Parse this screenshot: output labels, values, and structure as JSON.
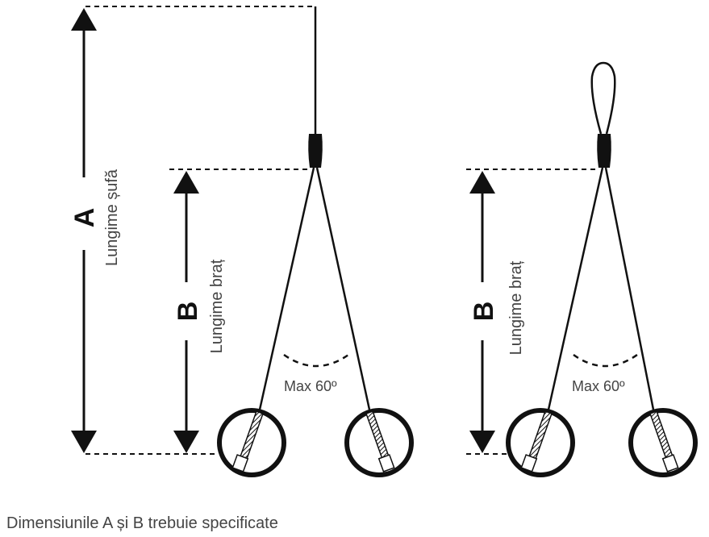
{
  "labels": {
    "a_letter": "A",
    "a_text": "Lungime șufă",
    "b_letter": "B",
    "b_text": "Lungime braț",
    "angle": "Max 60º"
  },
  "caption": "Dimensiunile A și B trebuie specificate"
}
